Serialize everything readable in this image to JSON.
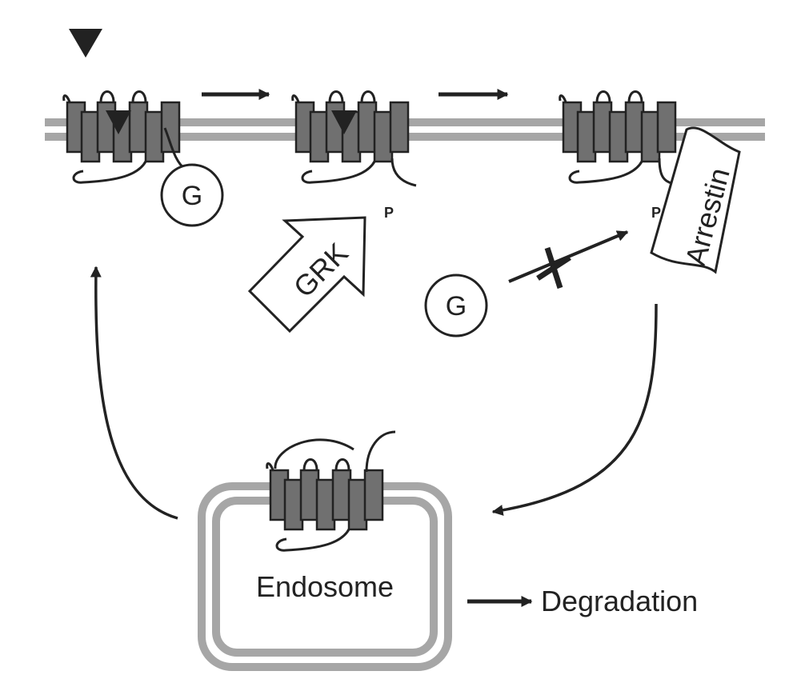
{
  "labels": {
    "g_protein": "G",
    "grk": "GRK",
    "arrestin": "Arrestin",
    "phospho": "P",
    "endosome": "Endosome",
    "degradation": "Degradation"
  },
  "colors": {
    "membrane": "#a6a6a6",
    "helix": "#707070",
    "stroke": "#222222",
    "background": "#ffffff"
  },
  "icons": {
    "ligand": "ligand-triangle-icon",
    "receptor": "gpcr-receptor-icon",
    "block": "block-x-icon"
  }
}
